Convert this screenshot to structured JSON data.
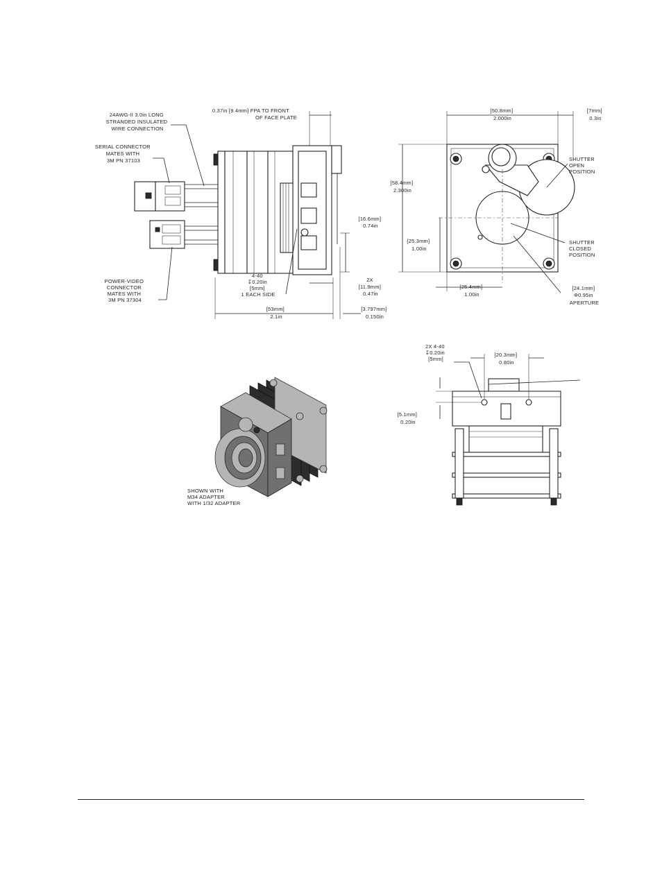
{
  "side_view": {
    "wire_label": [
      "24AWG-II 3.0in LONG",
      "STRANDED INSULATED",
      "WIRE CONNECTION"
    ],
    "serial_connector_label": [
      "SERIAL CONNECTOR",
      "MATES WITH",
      "3M PN 37103"
    ],
    "power_video_label": [
      "POWER-VIDEO",
      "CONNECTOR",
      "MATES WITH",
      "3M PN 37304"
    ],
    "fpa_dim": [
      "0.37in [9.4mm] FPA TO FRONT",
      "OF FACE PLATE"
    ],
    "dim_16_6": [
      "[16.6mm]",
      "0.74in"
    ],
    "hole_note": [
      "4-40",
      "↧0.20in",
      "[5mm]",
      "1 EACH SIDE"
    ],
    "dim_11_9": [
      "2X",
      "[11.9mm]",
      "0.47in"
    ],
    "dim_53": [
      "[53mm]",
      "2.1in"
    ],
    "dim_3_797": [
      "[3.797mm]",
      "0.150in"
    ]
  },
  "front_view": {
    "dim_50_8": [
      "[50.8mm]",
      "2.000in"
    ],
    "dim_7": [
      "[7mm]",
      "0.3in"
    ],
    "dim_58_4": [
      "[58.4mm]",
      "2.300in"
    ],
    "shutter_open": [
      "SHUTTER",
      "OPEN",
      "POSITION"
    ],
    "dim_25_3": [
      "[25.3mm]",
      "1.00in"
    ],
    "shutter_closed": [
      "SHUTTER",
      "CLOSED",
      "POSITION"
    ],
    "dim_25_4": [
      "[25.4mm]",
      "1.00in"
    ],
    "aperture": [
      "[24.1mm]",
      "Φ0.95in",
      "APERTURE"
    ]
  },
  "iso_view": {
    "caption": [
      "SHOWN WITH",
      "M34 ADAPTER",
      "WITH 1/32 ADAPTER"
    ]
  },
  "bottom_view": {
    "hole_note": [
      "2X 4-40",
      "↧0.20in",
      "[5mm]"
    ],
    "dim_20_3": [
      "[20.3mm]",
      "0.80in"
    ],
    "dim_5_1": [
      "[5.1mm]",
      "0.20in"
    ]
  }
}
